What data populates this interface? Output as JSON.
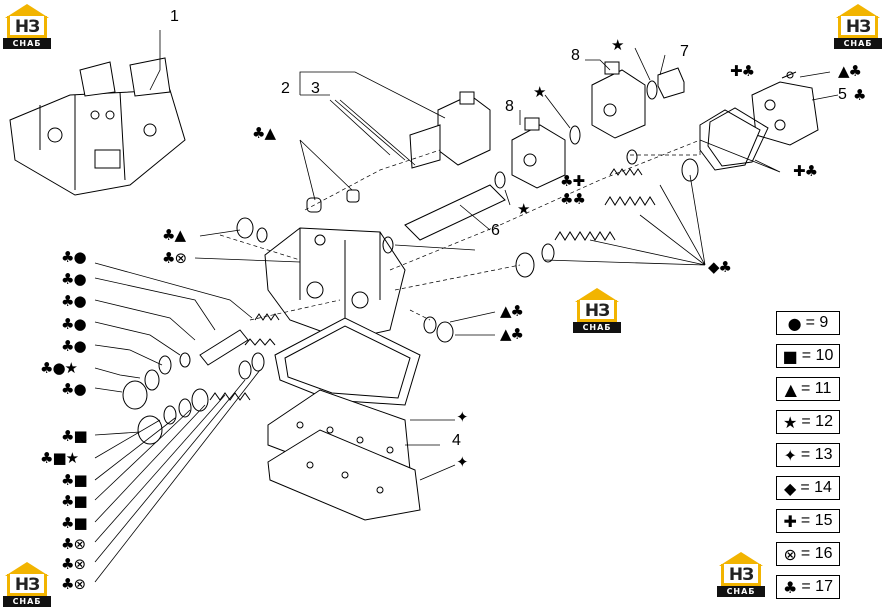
{
  "logos": [
    {
      "mark": "НЗ",
      "sub": "СНАБ"
    },
    {
      "mark": "НЗ",
      "sub": "СНАБ"
    },
    {
      "mark": "НЗ",
      "sub": "СНАБ"
    },
    {
      "mark": "НЗ",
      "sub": "СНАБ"
    },
    {
      "mark": "НЗ",
      "sub": "СНАБ"
    }
  ],
  "part_numbers": [
    "1",
    "2",
    "3",
    "8",
    "7",
    "8",
    "5",
    "6",
    "4"
  ],
  "callouts": [
    "♣▲",
    "♣▲",
    "♣⊗",
    "✚♣",
    "♣✚",
    "♣♣",
    "◆♣",
    "▲♣",
    "▲♣",
    "★",
    "★",
    "★",
    "✚♣",
    "▲♣",
    "♣",
    "✦",
    "✦",
    "♣●",
    "♣●",
    "♣●",
    "♣●",
    "♣●",
    "♣●★",
    "♣●",
    "♣■",
    "♣■★",
    "♣■",
    "♣■",
    "♣■",
    "♣⊗",
    "♣⊗",
    "♣⊗"
  ],
  "legend": [
    {
      "symbol": "●",
      "text": "= 9"
    },
    {
      "symbol": "■",
      "text": "= 10"
    },
    {
      "symbol": "▲",
      "text": "= 11"
    },
    {
      "symbol": "★",
      "text": "= 12"
    },
    {
      "symbol": "✦",
      "text": "= 13"
    },
    {
      "symbol": "◆",
      "text": "= 14"
    },
    {
      "symbol": "✚",
      "text": "= 15"
    },
    {
      "symbol": "⊗",
      "text": "= 16"
    },
    {
      "symbol": "♣",
      "text": "= 17"
    }
  ]
}
